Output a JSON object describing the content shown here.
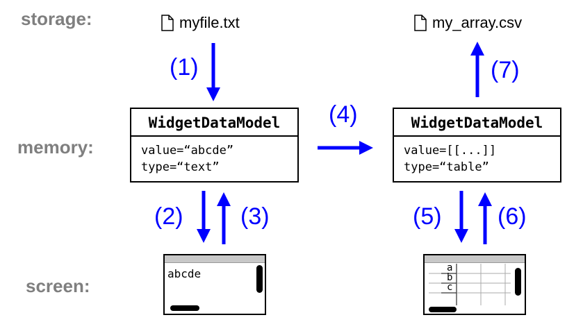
{
  "row_labels": {
    "storage": "storage:",
    "memory": "memory:",
    "screen": "screen:"
  },
  "files": {
    "input": "myfile.txt",
    "output": "my_array.csv"
  },
  "icons": {
    "file": "file-icon"
  },
  "steps": [
    "(1)",
    "(2)",
    "(3)",
    "(4)",
    "(5)",
    "(6)",
    "(7)"
  ],
  "models": {
    "left": {
      "title": "WidgetDataModel",
      "line1": "value=“abcde”",
      "line2": "type=“text”"
    },
    "right": {
      "title": "WidgetDataModel",
      "line1": "value=[[...]]",
      "line2": "type=“table”"
    }
  },
  "screens": {
    "left": {
      "text": "abcde"
    },
    "right": {
      "rows": [
        "a",
        "b",
        "c"
      ]
    }
  },
  "colors": {
    "arrow": "#0000ff",
    "row_label": "#7f7f7f"
  }
}
